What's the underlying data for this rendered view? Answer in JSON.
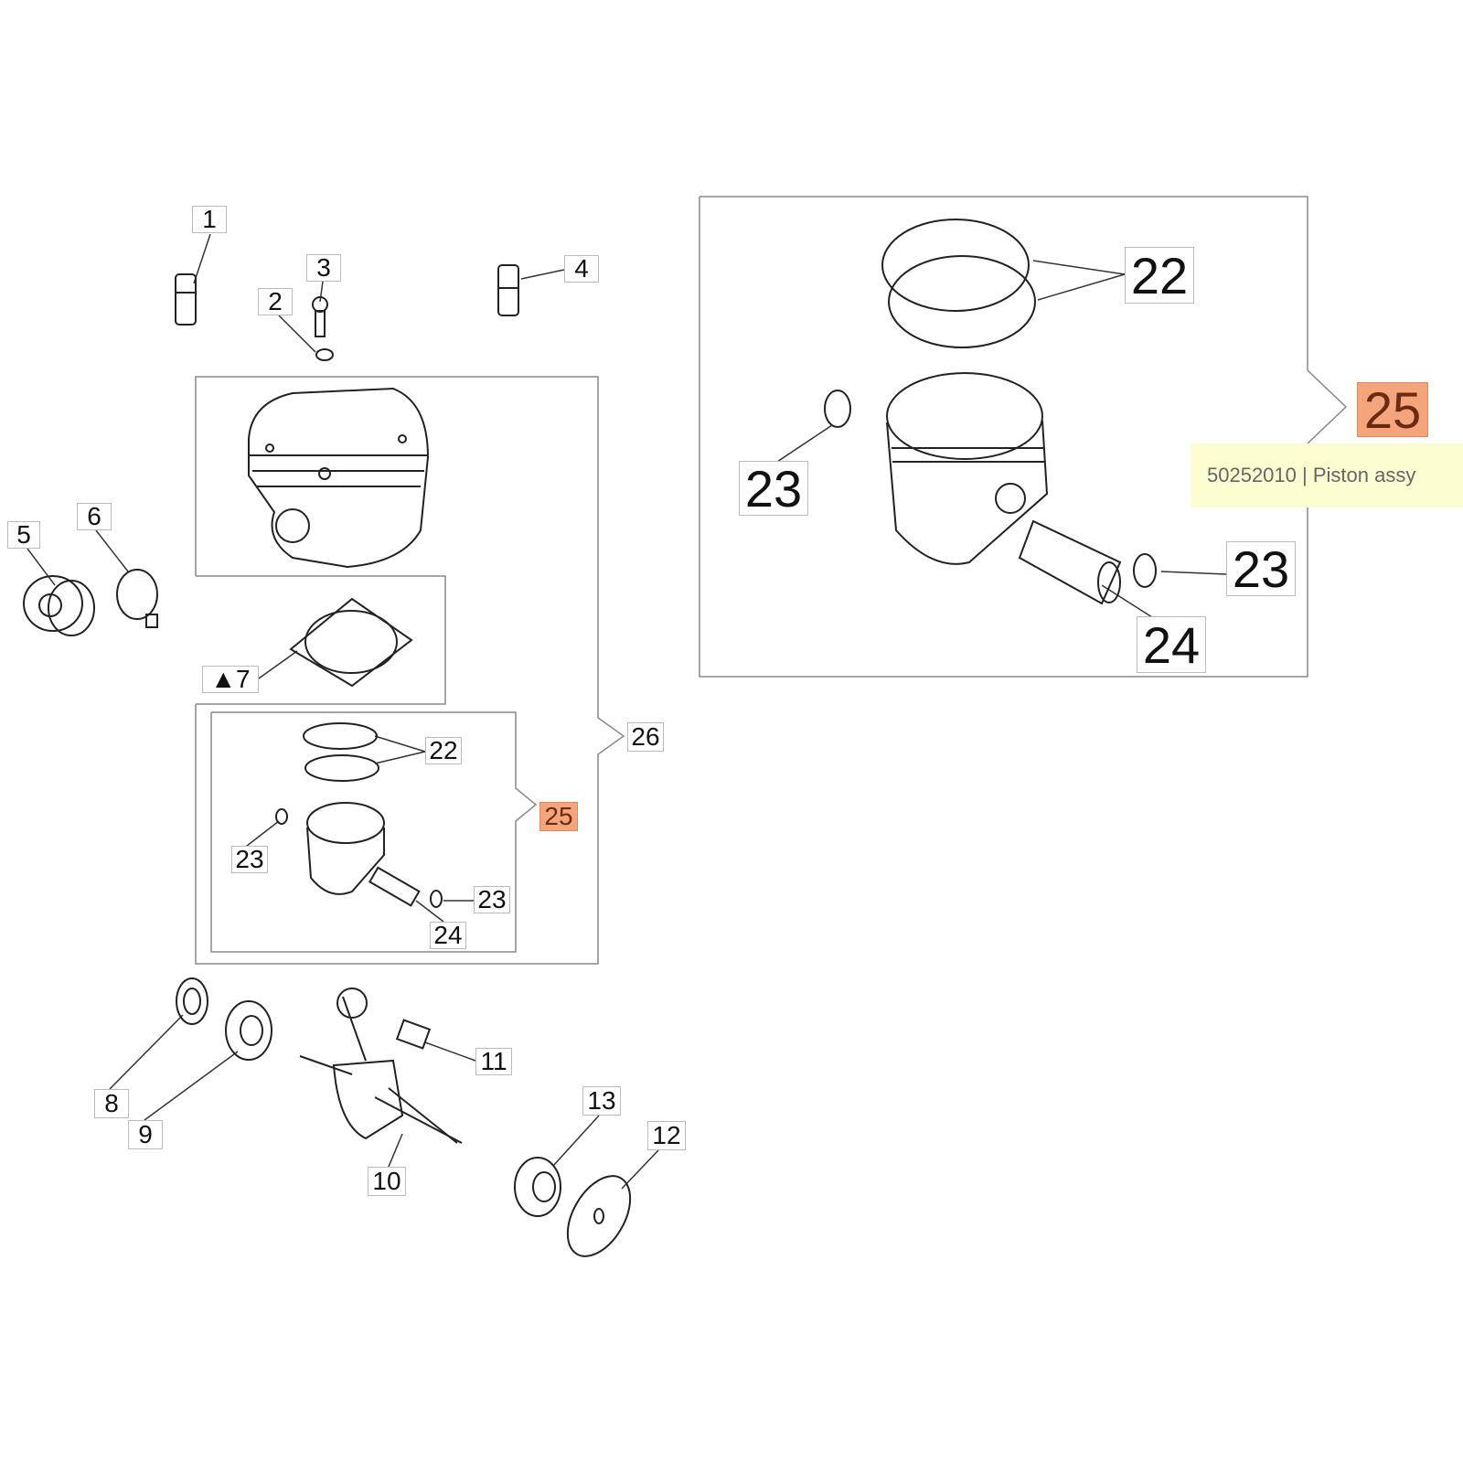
{
  "labels": {
    "p1": "1",
    "p2": "2",
    "p3": "3",
    "p4": "4",
    "p5": "5",
    "p6": "6",
    "p7": "▲7",
    "p8": "8",
    "p9": "9",
    "p10": "10",
    "p11": "11",
    "p12": "12",
    "p13": "13",
    "p22": "22",
    "p23a": "23",
    "p23b": "23",
    "p24": "24",
    "p25": "25",
    "p26": "26"
  },
  "detail": {
    "p22": "22",
    "p23a": "23",
    "p23b": "23",
    "p24": "24",
    "p25": "25"
  },
  "tooltip": {
    "text": "50252010 | Piston assy"
  },
  "colors": {
    "highlight": "#f4a57b",
    "tooltip_bg": "#fdfdd2"
  }
}
